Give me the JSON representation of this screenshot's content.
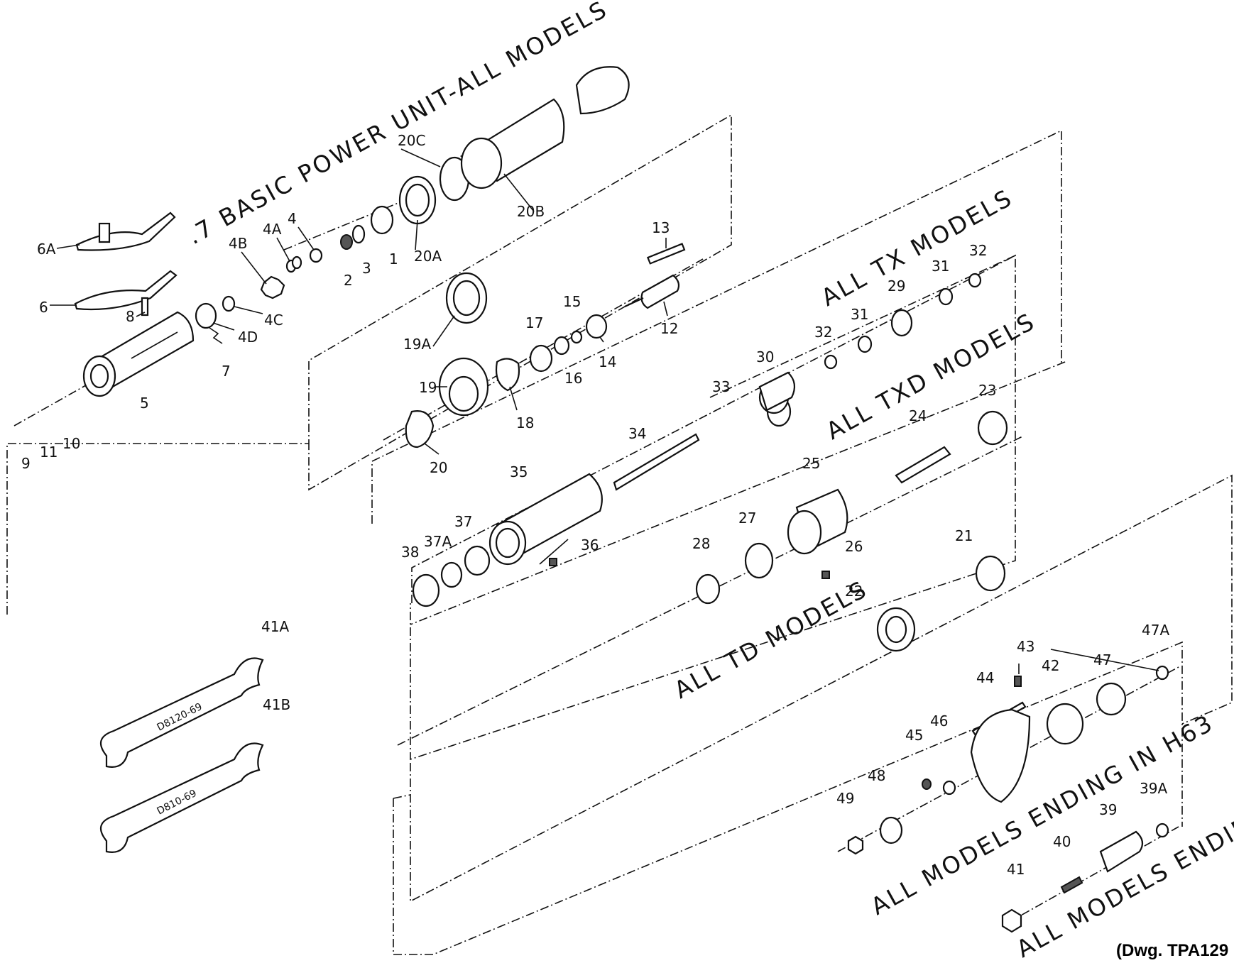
{
  "groups": {
    "basic_power_unit": ".7 BASIC POWER UNIT-ALL MODELS",
    "tx": "ALL TX MODELS",
    "txd": "ALL TXD MODELS",
    "td": "ALL TD MODELS",
    "h63": "ALL MODELS ENDING IN H63",
    "ending": "ALL MODELS ENDING"
  },
  "drawing_number": "(Dwg. TPA129",
  "wrench_marks": {
    "w1": "D8120-69",
    "w2": "D810-69"
  },
  "parts": {
    "p6A": "6A",
    "p6": "6",
    "p8": "8",
    "p4B": "4B",
    "p4A": "4A",
    "p4": "4",
    "p4C": "4C",
    "p4D": "4D",
    "p7": "7",
    "p5": "5",
    "p9": "9",
    "p11": "11",
    "p10": "10",
    "p2": "2",
    "p3": "3",
    "p1": "1",
    "p20A": "20A",
    "p20C": "20C",
    "p20B": "20B",
    "p13": "13",
    "p12": "12",
    "p19A": "19A",
    "p19": "19",
    "p17": "17",
    "p15": "15",
    "p16": "16",
    "p14": "14",
    "p18": "18",
    "p20": "20",
    "p32a": "32",
    "p31a": "31",
    "p29": "29",
    "p31b": "31",
    "p32b": "32",
    "p30": "30",
    "p33": "33",
    "p34": "34",
    "p35": "35",
    "p23": "23",
    "p24": "24",
    "p25": "25",
    "p37": "37",
    "p37A": "37A",
    "p38": "38",
    "p36": "36",
    "p28": "28",
    "p27": "27",
    "p26": "26",
    "p21": "21",
    "p22": "22",
    "p47A": "47A",
    "p43": "43",
    "p42": "42",
    "p47": "47",
    "p44": "44",
    "p46": "46",
    "p45": "45",
    "p48": "48",
    "p49": "49",
    "p39A": "39A",
    "p39": "39",
    "p40": "40",
    "p41": "41",
    "p41A": "41A",
    "p41B": "41B"
  }
}
